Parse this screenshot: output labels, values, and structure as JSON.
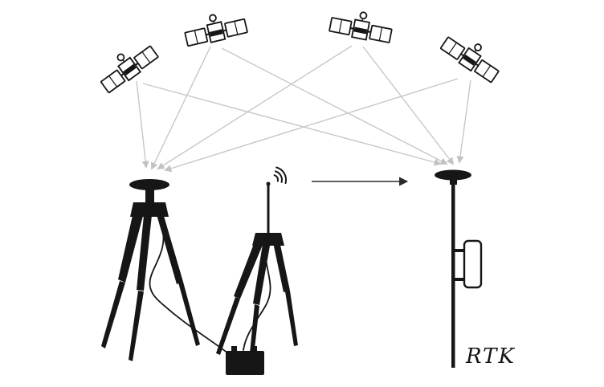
{
  "diagram": {
    "rtk_label": "RTK",
    "colors": {
      "ink": "#161616",
      "signal": "#c7c7c7",
      "bg": "#ffffff"
    },
    "components": {
      "satellites": [
        {
          "name": "satellite-1"
        },
        {
          "name": "satellite-2"
        },
        {
          "name": "satellite-3"
        },
        {
          "name": "satellite-4"
        }
      ],
      "signal_lines": "gnss-signal-lines",
      "base_station": "base-station-tripod",
      "radio_transmitter": "radio-transmitter-tripod",
      "radio_waves": "radio-waves-icon",
      "battery": "battery-box",
      "correction_link": "correction-data-arrow",
      "rover": "rtk-rover-pole",
      "controller": "rover-controller"
    }
  }
}
